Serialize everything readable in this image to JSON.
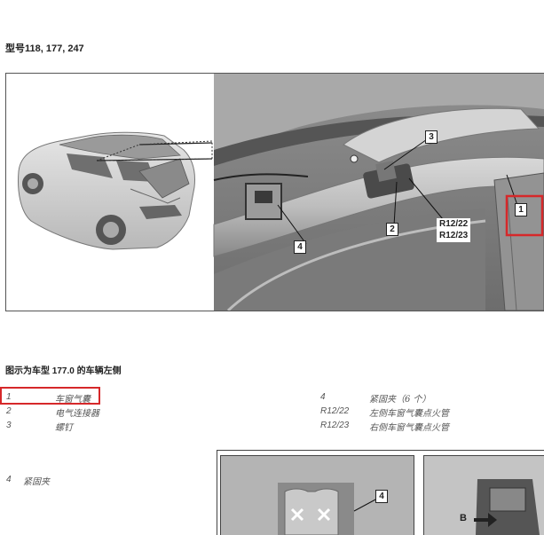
{
  "header": {
    "title": "型号118, 177, 247"
  },
  "figure": {
    "callouts": [
      "1",
      "2",
      "3",
      "4"
    ],
    "callout_r": "R12/22",
    "callout_r2": "R12/23"
  },
  "caption": {
    "text": "图示为车型 177.0 的车辆左侧"
  },
  "legend": {
    "left": [
      {
        "num": "1",
        "text": "车窗气囊"
      },
      {
        "num": "2",
        "text": "电气连接器"
      },
      {
        "num": "3",
        "text": "螺钉"
      }
    ],
    "right": [
      {
        "num": "4",
        "text": "紧固夹（6 个）"
      },
      {
        "num": "R12/22",
        "text": "左侧车窗气囊点火管"
      },
      {
        "num": "R12/23",
        "text": "右侧车窗气囊点火管"
      }
    ]
  },
  "sub_legend": {
    "num": "4",
    "text": "紧固夹"
  },
  "detail": {
    "callout_4": "4",
    "callout_b": "B"
  },
  "colors": {
    "highlight": "#d6282a",
    "line": "#555555"
  }
}
